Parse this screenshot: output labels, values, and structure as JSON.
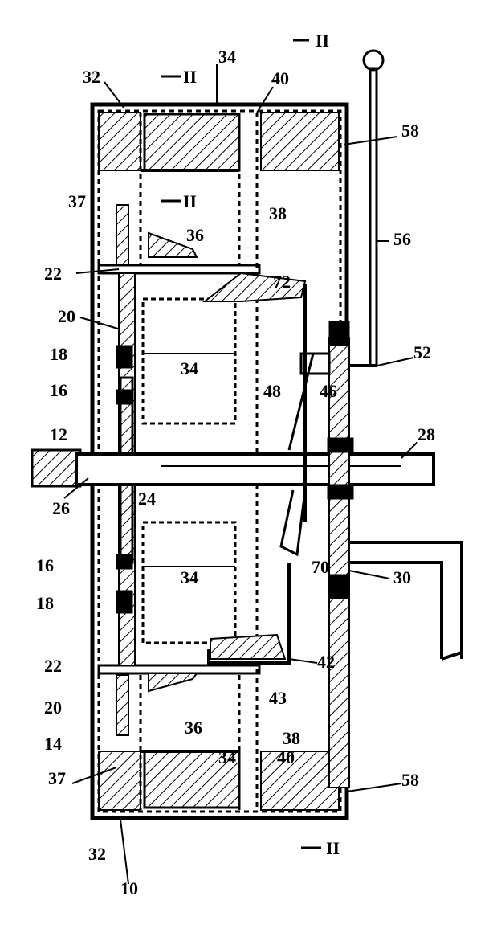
{
  "figure": {
    "section_marks": {
      "top_right": "II",
      "top_left": "II",
      "mid_left": "II",
      "bottom": "II"
    },
    "reference_numerals": {
      "housing": "10",
      "block": "12",
      "casing_lower": "14",
      "seal_16a": "16",
      "seal_16b": "16",
      "bearing_18a": "18",
      "bearing_18b": "18",
      "disc_20a": "20",
      "disc_20b": "20",
      "pin_22a": "22",
      "pin_22b": "22",
      "hub": "24",
      "end_26": "26",
      "shaft": "28",
      "pipe": "30",
      "ring_32a": "32",
      "ring_32b": "32",
      "magnet_34a": "34",
      "magnet_34b": "34",
      "magnet_34c": "34",
      "magnet_34d": "34",
      "arm_36a": "36",
      "arm_36b": "36",
      "wall_37a": "37",
      "wall_37b": "37",
      "plate_38a": "38",
      "plate_38b": "38",
      "block_40a": "40",
      "block_40b": "40",
      "nozzle_42": "42",
      "port_43": "43",
      "vane_46": "46",
      "channel_48": "48",
      "pivot_52": "52",
      "lever_56": "56",
      "cover_58a": "58",
      "cover_58b": "58",
      "tube_70": "70",
      "tube_72": "72"
    }
  }
}
